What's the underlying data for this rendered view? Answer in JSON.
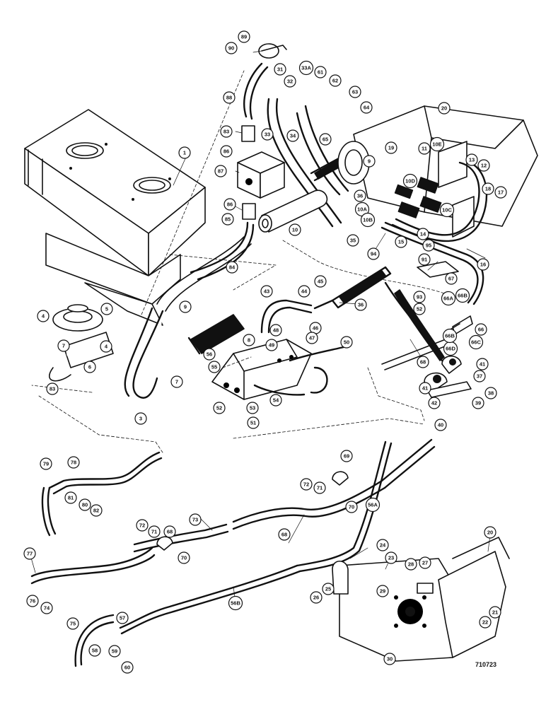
{
  "figure_ref": "710723",
  "callouts": [
    {
      "id": "co-89",
      "label": "89"
    },
    {
      "id": "co-90",
      "label": "90"
    },
    {
      "id": "co-31",
      "label": "31"
    },
    {
      "id": "co-32",
      "label": "32"
    },
    {
      "id": "co-33a",
      "label": "33A"
    },
    {
      "id": "co-61",
      "label": "61"
    },
    {
      "id": "co-62",
      "label": "62"
    },
    {
      "id": "co-63",
      "label": "63"
    },
    {
      "id": "co-64",
      "label": "64"
    },
    {
      "id": "co-20a",
      "label": "20"
    },
    {
      "id": "co-88",
      "label": "88"
    },
    {
      "id": "co-33",
      "label": "33"
    },
    {
      "id": "co-34",
      "label": "34"
    },
    {
      "id": "co-65",
      "label": "65"
    },
    {
      "id": "co-83a",
      "label": "83"
    },
    {
      "id": "co-86a",
      "label": "86"
    },
    {
      "id": "co-87",
      "label": "87"
    },
    {
      "id": "co-86b",
      "label": "86"
    },
    {
      "id": "co-85",
      "label": "85"
    },
    {
      "id": "co-1",
      "label": "1"
    },
    {
      "id": "co-9a",
      "label": "9"
    },
    {
      "id": "co-36",
      "label": "36"
    },
    {
      "id": "co-10a",
      "label": "10A"
    },
    {
      "id": "co-10b",
      "label": "10B"
    },
    {
      "id": "co-10",
      "label": "10"
    },
    {
      "id": "co-35",
      "label": "35"
    },
    {
      "id": "co-19",
      "label": "19"
    },
    {
      "id": "co-10d",
      "label": "10D"
    },
    {
      "id": "co-10e",
      "label": "10E"
    },
    {
      "id": "co-11",
      "label": "11"
    },
    {
      "id": "co-13",
      "label": "13"
    },
    {
      "id": "co-12",
      "label": "12"
    },
    {
      "id": "co-18",
      "label": "18"
    },
    {
      "id": "co-17",
      "label": "17"
    },
    {
      "id": "co-10c",
      "label": "10C"
    },
    {
      "id": "co-14",
      "label": "14"
    },
    {
      "id": "co-15",
      "label": "15"
    },
    {
      "id": "co-94",
      "label": "94"
    },
    {
      "id": "co-95",
      "label": "95"
    },
    {
      "id": "co-16",
      "label": "16"
    },
    {
      "id": "co-91",
      "label": "91"
    },
    {
      "id": "co-67",
      "label": "67"
    },
    {
      "id": "co-93",
      "label": "93"
    },
    {
      "id": "co-52a",
      "label": "52"
    },
    {
      "id": "co-66a-top",
      "label": "66A"
    },
    {
      "id": "co-66b-top",
      "label": "66B"
    },
    {
      "id": "co-84",
      "label": "84"
    },
    {
      "id": "co-43",
      "label": "43"
    },
    {
      "id": "co-44",
      "label": "44"
    },
    {
      "id": "co-45",
      "label": "45"
    },
    {
      "id": "co-36b",
      "label": "36"
    },
    {
      "id": "co-46",
      "label": "46"
    },
    {
      "id": "co-47",
      "label": "47"
    },
    {
      "id": "co-48",
      "label": "48"
    },
    {
      "id": "co-49",
      "label": "49"
    },
    {
      "id": "co-50",
      "label": "50"
    },
    {
      "id": "co-9b",
      "label": "9"
    },
    {
      "id": "co-8",
      "label": "8"
    },
    {
      "id": "co-56",
      "label": "56"
    },
    {
      "id": "co-55",
      "label": "55"
    },
    {
      "id": "co-4a",
      "label": "4"
    },
    {
      "id": "co-5",
      "label": "5"
    },
    {
      "id": "co-4b",
      "label": "4"
    },
    {
      "id": "co-7a",
      "label": "7"
    },
    {
      "id": "co-6",
      "label": "6"
    },
    {
      "id": "co-83b",
      "label": "83"
    },
    {
      "id": "co-7b",
      "label": "7"
    },
    {
      "id": "co-3",
      "label": "3"
    },
    {
      "id": "co-54",
      "label": "54"
    },
    {
      "id": "co-52b",
      "label": "52"
    },
    {
      "id": "co-53",
      "label": "53"
    },
    {
      "id": "co-51",
      "label": "51"
    },
    {
      "id": "co-66",
      "label": "66"
    },
    {
      "id": "co-66d",
      "label": "66D"
    },
    {
      "id": "co-66c",
      "label": "66C"
    },
    {
      "id": "co-66b",
      "label": "66B"
    },
    {
      "id": "co-68a",
      "label": "68"
    },
    {
      "id": "co-41a",
      "label": "41"
    },
    {
      "id": "co-37",
      "label": "37"
    },
    {
      "id": "co-41b",
      "label": "41"
    },
    {
      "id": "co-42",
      "label": "42"
    },
    {
      "id": "co-38",
      "label": "38"
    },
    {
      "id": "co-39",
      "label": "39"
    },
    {
      "id": "co-40",
      "label": "40"
    },
    {
      "id": "co-79",
      "label": "79"
    },
    {
      "id": "co-78",
      "label": "78"
    },
    {
      "id": "co-81",
      "label": "81"
    },
    {
      "id": "co-80",
      "label": "80"
    },
    {
      "id": "co-82",
      "label": "82"
    },
    {
      "id": "co-69",
      "label": "69"
    },
    {
      "id": "co-72a",
      "label": "72"
    },
    {
      "id": "co-71a",
      "label": "71"
    },
    {
      "id": "co-70a",
      "label": "70"
    },
    {
      "id": "co-56a",
      "label": "56A"
    },
    {
      "id": "co-72b",
      "label": "72"
    },
    {
      "id": "co-71b",
      "label": "71"
    },
    {
      "id": "co-68b",
      "label": "68"
    },
    {
      "id": "co-73",
      "label": "73"
    },
    {
      "id": "co-68c",
      "label": "68"
    },
    {
      "id": "co-70b",
      "label": "70"
    },
    {
      "id": "co-77",
      "label": "77"
    },
    {
      "id": "co-76",
      "label": "76"
    },
    {
      "id": "co-74",
      "label": "74"
    },
    {
      "id": "co-75",
      "label": "75"
    },
    {
      "id": "co-56b",
      "label": "56B"
    },
    {
      "id": "co-57",
      "label": "57"
    },
    {
      "id": "co-58",
      "label": "58"
    },
    {
      "id": "co-59",
      "label": "59"
    },
    {
      "id": "co-60",
      "label": "60"
    },
    {
      "id": "co-24",
      "label": "24"
    },
    {
      "id": "co-23",
      "label": "23"
    },
    {
      "id": "co-20b",
      "label": "20"
    },
    {
      "id": "co-28",
      "label": "28"
    },
    {
      "id": "co-27",
      "label": "27"
    },
    {
      "id": "co-25",
      "label": "25"
    },
    {
      "id": "co-26",
      "label": "26"
    },
    {
      "id": "co-29",
      "label": "29"
    },
    {
      "id": "co-21",
      "label": "21"
    },
    {
      "id": "co-22",
      "label": "22"
    },
    {
      "id": "co-30",
      "label": "30"
    }
  ]
}
